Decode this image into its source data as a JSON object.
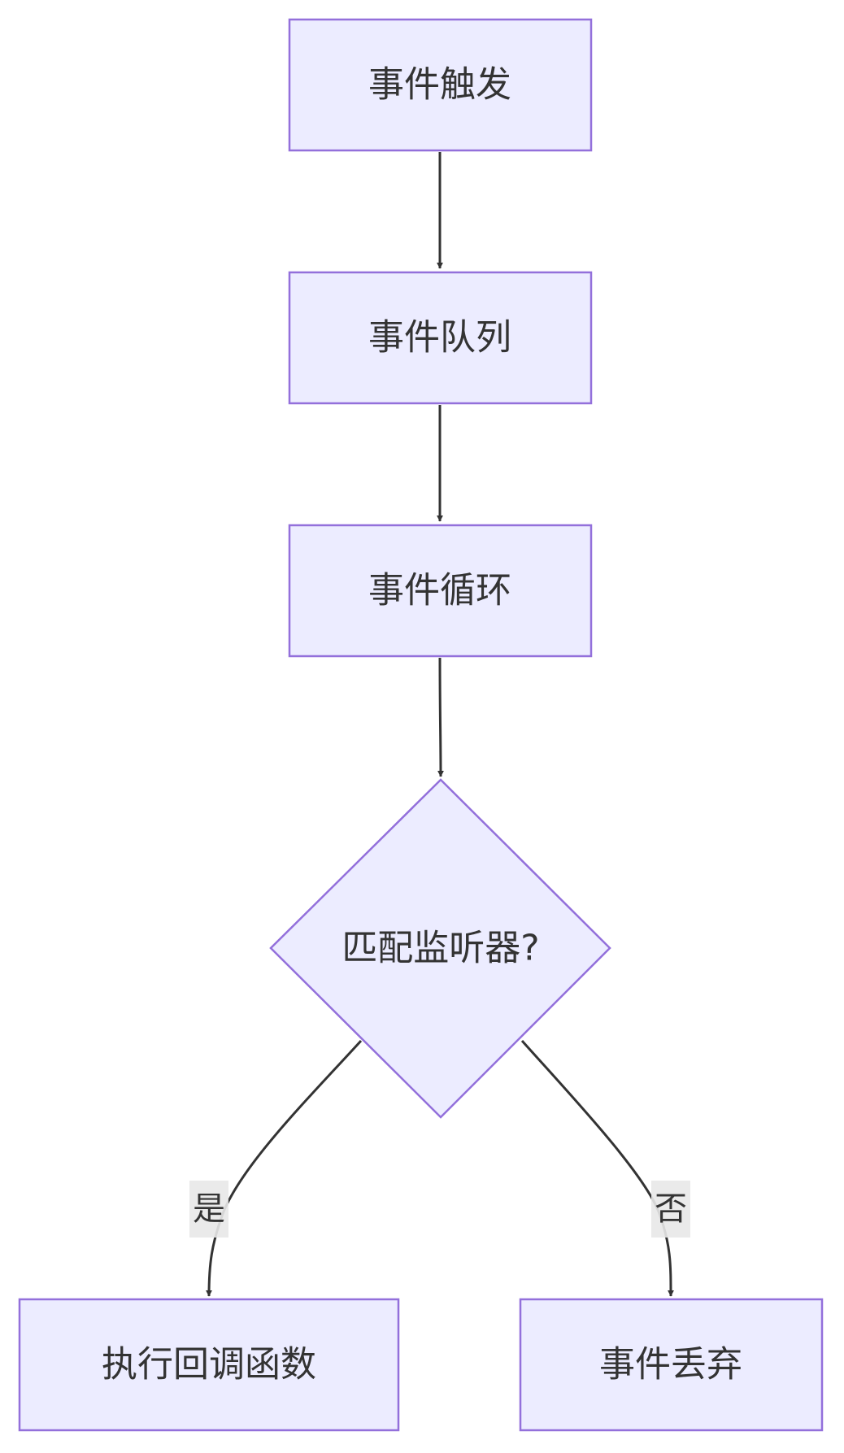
{
  "nodes": {
    "event_trigger": "事件触发",
    "event_queue": "事件队列",
    "event_loop": "事件循环",
    "match_listener": "匹配监听器?",
    "execute_callback": "执行回调函数",
    "event_discard": "事件丢弃"
  },
  "edges": {
    "yes_label": "是",
    "no_label": "否"
  },
  "colors": {
    "node_fill": "#ececff",
    "node_stroke": "#9370db",
    "edge_stroke": "#333333",
    "label_bg": "#e8e8e8"
  }
}
